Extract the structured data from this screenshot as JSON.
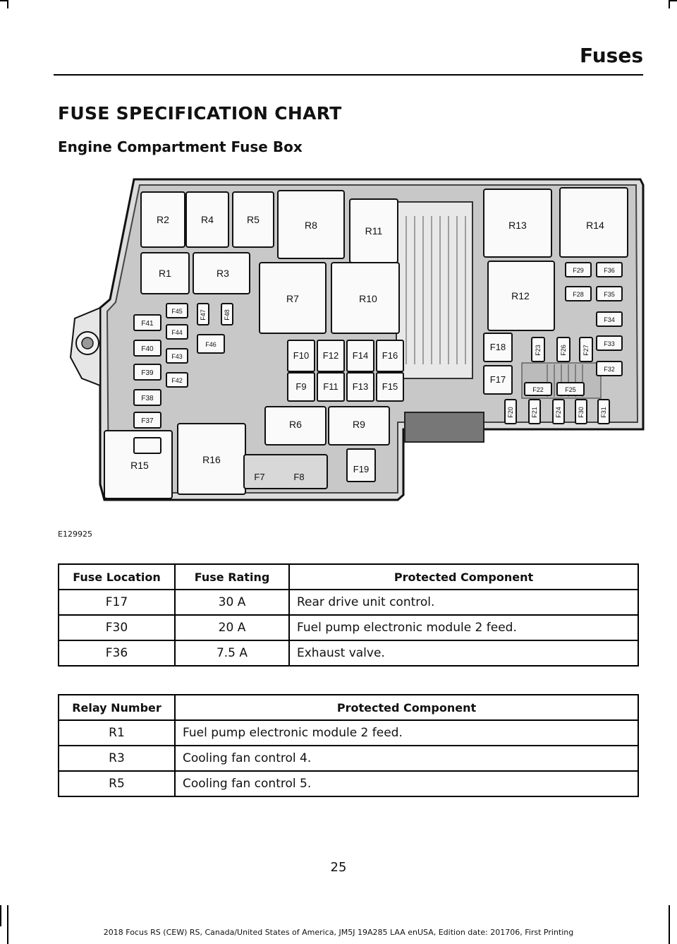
{
  "header": {
    "title": "Fuses"
  },
  "section": {
    "title": "FUSE SPECIFICATION CHART",
    "subtitle": "Engine Compartment Fuse Box"
  },
  "diagram": {
    "figure_id": "E129925",
    "labels": {
      "R1": "R1",
      "R2": "R2",
      "R3": "R3",
      "R4": "R4",
      "R5": "R5",
      "R6": "R6",
      "R7": "R7",
      "R8": "R8",
      "R9": "R9",
      "R10": "R10",
      "R11": "R11",
      "R12": "R12",
      "R13": "R13",
      "R14": "R14",
      "R15": "R15",
      "R16": "R16",
      "F7": "F7",
      "F8": "F8",
      "F9": "F9",
      "F10": "F10",
      "F11": "F11",
      "F12": "F12",
      "F13": "F13",
      "F14": "F14",
      "F15": "F15",
      "F16": "F16",
      "F17": "F17",
      "F18": "F18",
      "F19": "F19",
      "F20": "F20",
      "F21": "F21",
      "F22": "F22",
      "F23": "F23",
      "F24": "F24",
      "F25": "F25",
      "F26": "F26",
      "F27": "F27",
      "F28": "F28",
      "F29": "F29",
      "F30": "F30",
      "F31": "F31",
      "F32": "F32",
      "F33": "F33",
      "F34": "F34",
      "F35": "F35",
      "F36": "F36",
      "F37": "F37",
      "F38": "F38",
      "F39": "F39",
      "F40": "F40",
      "F41": "F41",
      "F42": "F42",
      "F43": "F43",
      "F44": "F44",
      "F45": "F45",
      "F46": "F46",
      "F47": "F47",
      "F48": "F48"
    }
  },
  "fuse_table": {
    "headers": [
      "Fuse Location",
      "Fuse Rating",
      "Protected Component"
    ],
    "rows": [
      [
        "F17",
        "30 A",
        "Rear drive unit control."
      ],
      [
        "F30",
        "20 A",
        "Fuel pump electronic module 2 feed."
      ],
      [
        "F36",
        "7.5 A",
        "Exhaust valve."
      ]
    ]
  },
  "relay_table": {
    "headers": [
      "Relay Number",
      "Protected Component"
    ],
    "rows": [
      [
        "R1",
        "Fuel pump electronic module 2 feed."
      ],
      [
        "R3",
        "Cooling fan control 4."
      ],
      [
        "R5",
        "Cooling fan control 5."
      ]
    ]
  },
  "page_number": "25",
  "footer": "2018 Focus RS (CEW) RS, Canada/United States of America, JM5J 19A285 LAA enUSA, Edition date: 201706, First Printing"
}
